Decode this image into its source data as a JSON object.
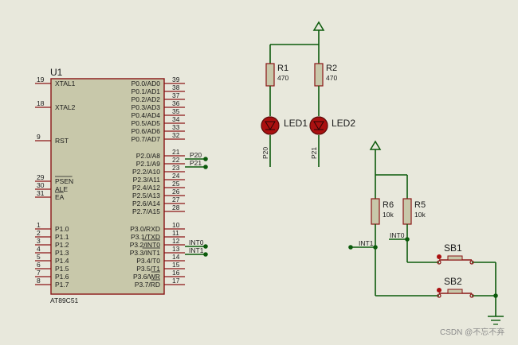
{
  "chip": {
    "ref": "U1",
    "part": "AT89C51",
    "left_pins": [
      {
        "num": "19",
        "name": "XTAL1"
      },
      {
        "num": "18",
        "name": "XTAL2"
      },
      {
        "num": "9",
        "name": "RST"
      },
      {
        "num": "29",
        "name": "PSEN"
      },
      {
        "num": "30",
        "name": "ALE"
      },
      {
        "num": "31",
        "name": "EA"
      },
      {
        "num": "1",
        "name": "P1.0"
      },
      {
        "num": "2",
        "name": "P1.1"
      },
      {
        "num": "3",
        "name": "P1.2"
      },
      {
        "num": "4",
        "name": "P1.3"
      },
      {
        "num": "5",
        "name": "P1.4"
      },
      {
        "num": "6",
        "name": "P1.5"
      },
      {
        "num": "7",
        "name": "P1.6"
      },
      {
        "num": "8",
        "name": "P1.7"
      }
    ],
    "right_pins": [
      {
        "num": "39",
        "name": "P0.0/AD0"
      },
      {
        "num": "38",
        "name": "P0.1/AD1"
      },
      {
        "num": "37",
        "name": "P0.2/AD2"
      },
      {
        "num": "36",
        "name": "P0.3/AD3"
      },
      {
        "num": "35",
        "name": "P0.4/AD4"
      },
      {
        "num": "34",
        "name": "P0.5/AD5"
      },
      {
        "num": "33",
        "name": "P0.6/AD6"
      },
      {
        "num": "32",
        "name": "P0.7/AD7"
      },
      {
        "num": "21",
        "name": "P2.0/A8"
      },
      {
        "num": "22",
        "name": "P2.1/A9"
      },
      {
        "num": "23",
        "name": "P2.2/A10"
      },
      {
        "num": "24",
        "name": "P2.3/A11"
      },
      {
        "num": "25",
        "name": "P2.4/A12"
      },
      {
        "num": "26",
        "name": "P2.5/A13"
      },
      {
        "num": "27",
        "name": "P2.6/A14"
      },
      {
        "num": "28",
        "name": "P2.7/A15"
      },
      {
        "num": "10",
        "name": "P3.0/RXD"
      },
      {
        "num": "11",
        "name": "P3.1/TXD"
      },
      {
        "num": "12",
        "name": "P3.2/INT0"
      },
      {
        "num": "13",
        "name": "P3.3/INT1"
      },
      {
        "num": "14",
        "name": "P3.4/T0"
      },
      {
        "num": "15",
        "name": "P3.5/T1"
      },
      {
        "num": "16",
        "name": "P3.6/WR"
      },
      {
        "num": "17",
        "name": "P3.7/RD"
      }
    ]
  },
  "net_labels": {
    "p20": "P20",
    "p21": "P21",
    "int0": "INT0",
    "int1": "INT1"
  },
  "resistors": {
    "r1": {
      "ref": "R1",
      "value": "470"
    },
    "r2": {
      "ref": "R2",
      "value": "470"
    },
    "r5": {
      "ref": "R5",
      "value": "10k"
    },
    "r6": {
      "ref": "R6",
      "value": "10k"
    }
  },
  "leds": {
    "led1": "LED1",
    "led2": "LED2"
  },
  "switches": {
    "sb1": "SB1",
    "sb2": "SB2"
  },
  "watermark": "CSDN @不忘不弃",
  "colors": {
    "background": "#e8e8dc",
    "wire": "#0b5a0b",
    "component_outline": "#8a1515",
    "component_fill": "#c8c8aa"
  }
}
